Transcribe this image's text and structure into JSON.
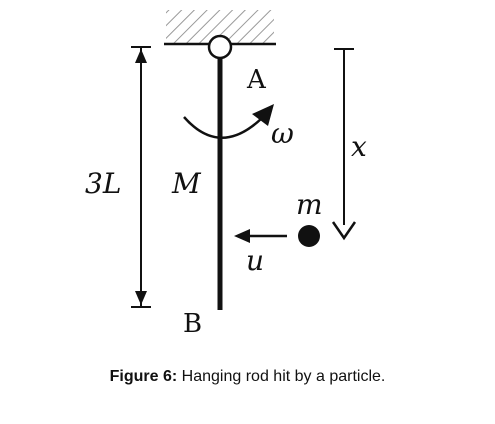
{
  "diagram": {
    "labels": {
      "pivot": "A",
      "bottom_end": "B",
      "rod_length": "3L",
      "rod_mass": "M",
      "angular_velocity": "ω",
      "particle_mass": "m",
      "particle_velocity": "u",
      "distance": "x"
    }
  },
  "caption": {
    "figure_label": "Figure 6:",
    "text": "Hanging rod hit by a particle."
  },
  "colors": {
    "ink": "#111111",
    "hatch": "#9a9a9a",
    "background": "#ffffff"
  }
}
